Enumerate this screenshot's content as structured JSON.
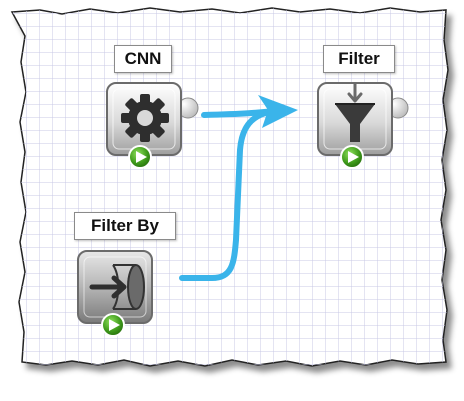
{
  "nodes": {
    "cnn": {
      "label": "CNN",
      "icon": "gear-icon"
    },
    "filter": {
      "label": "Filter",
      "icon": "funnel-icon"
    },
    "filter_by": {
      "label": "Filter By",
      "icon": "join-arrow-icon"
    }
  },
  "colors": {
    "grid_line": "#c9c9e6",
    "connector": "#3ab4ea",
    "run_badge": "#3f9b1c"
  }
}
